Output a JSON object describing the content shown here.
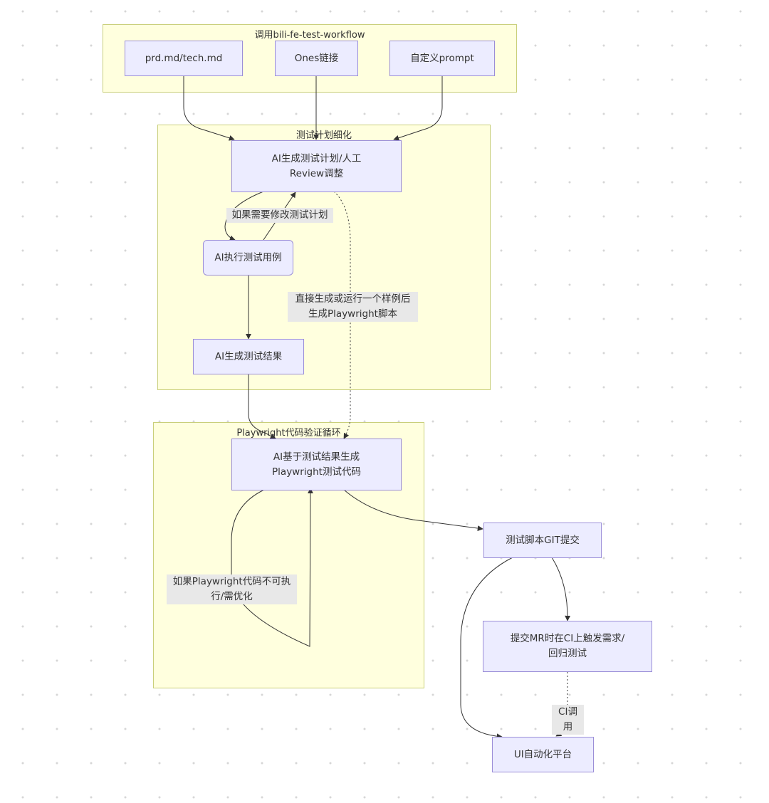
{
  "clusters": {
    "invoke": {
      "title": "调用bili-fe-test-workflow"
    },
    "plan": {
      "title": "测试计划细化"
    },
    "loop": {
      "title": "Playwright代码验证循环"
    }
  },
  "nodes": {
    "prd": "prd.md/tech.md",
    "ones": "Ones链接",
    "prompt": "自定义prompt",
    "gen_plan": "AI生成测试计划/人工\nReview调整",
    "exec": "AI执行测试用例",
    "result": "AI生成测试结果",
    "gen_code": "AI基于测试结果生成\nPlaywright测试代码",
    "git": "测试脚本GIT提交",
    "mr": "提交MR时在CI上触发需求/\n回归测试",
    "platform": "UI自动化平台"
  },
  "edge_labels": {
    "modify_plan": "如果需要修改测试计划",
    "direct": "直接生成或运行一个样例后\n生成Playwright脚本",
    "not_exec": "如果Playwright代码不可执\n行/需优化",
    "ci_call": "CI调用"
  },
  "colors": {
    "cluster_fill": "#ffffde",
    "cluster_border": "#c9cf7a",
    "node_fill": "#ececff",
    "node_border": "#9b8ed8",
    "edge": "#333333",
    "label_bg": "#e8e8e8"
  }
}
